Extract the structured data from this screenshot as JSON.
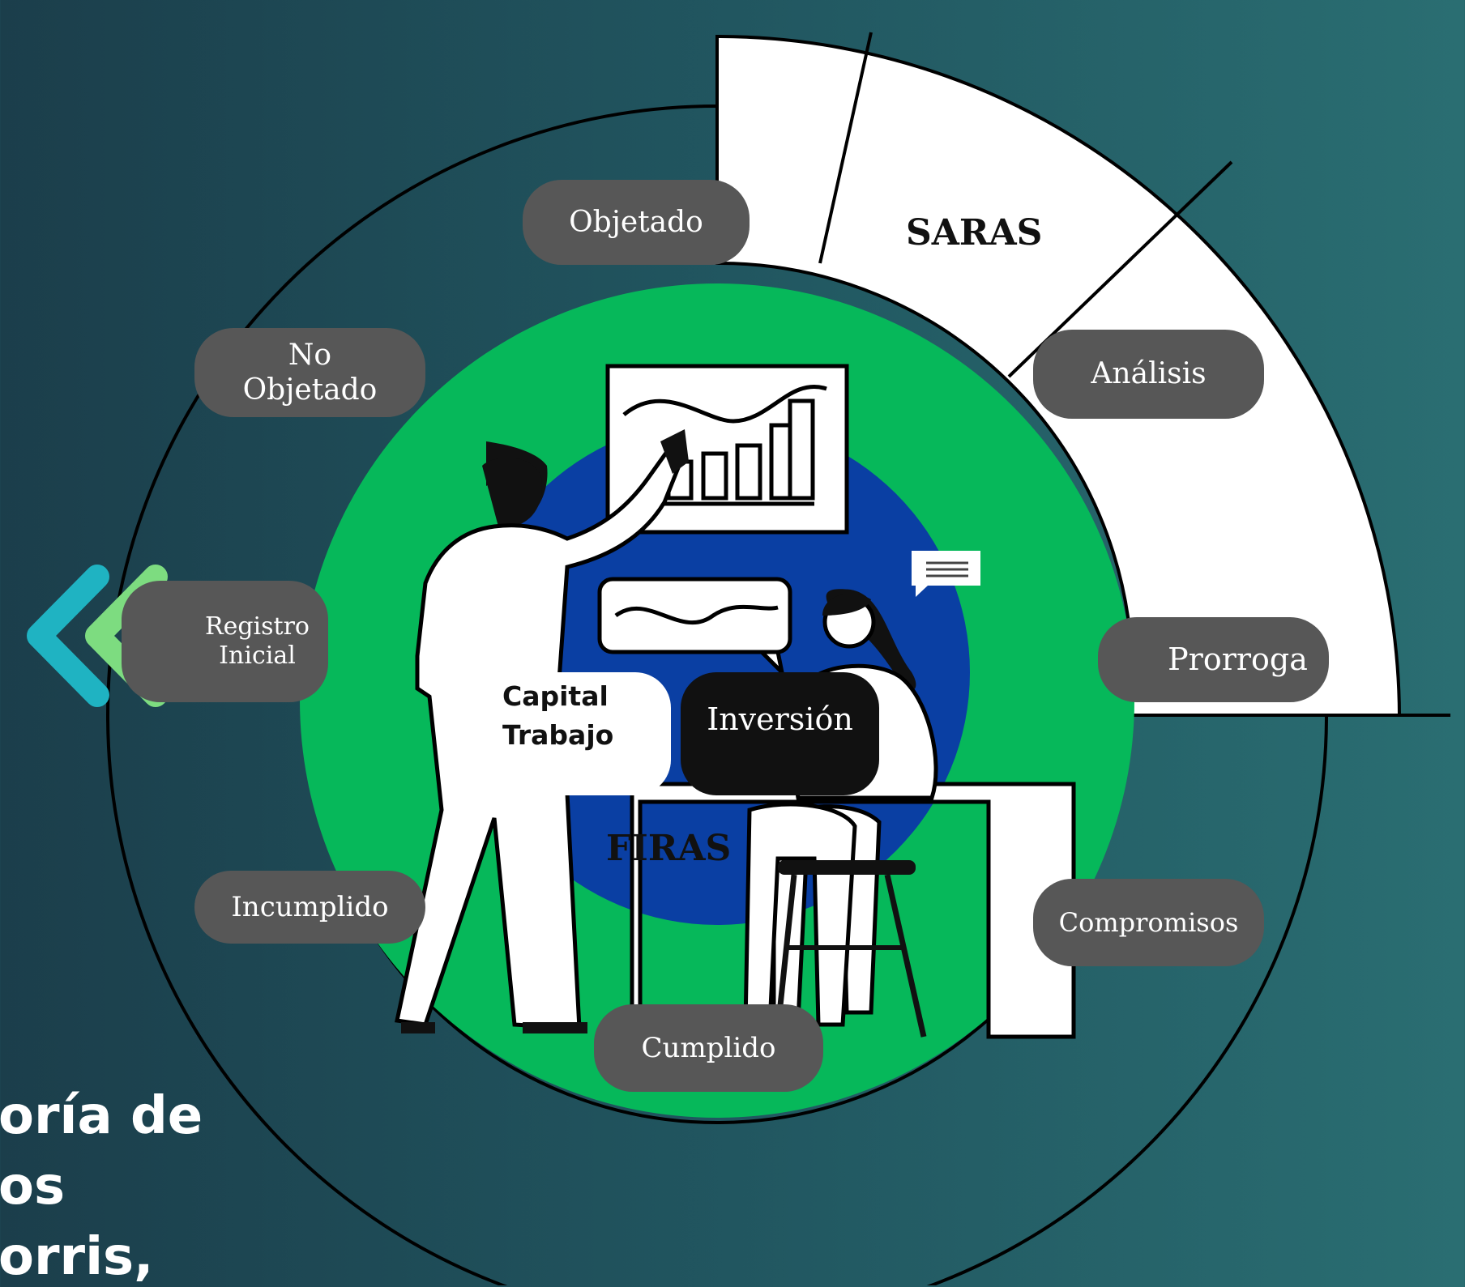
{
  "colors": {
    "background_left": "#1b3e4b",
    "background_right": "#2a6e72",
    "inner_ring": "#06b85a",
    "core": "#0a3fa3",
    "pill": "#575757",
    "chevron_back": "#1fb3c2",
    "chevron_front": "#7ddc80"
  },
  "sectors": {
    "saras": "SARAS",
    "firas": "FIRAS"
  },
  "stages": {
    "objetado": "Objetado",
    "no_objetado": [
      "No",
      "Objetado"
    ],
    "registro_inicial": [
      "Registro",
      "Inicial"
    ],
    "incumplido": "Incumplido",
    "cumplido": "Cumplido",
    "analisis": "Análisis",
    "prorroga": "Prorroga",
    "compromisos": "Compromisos"
  },
  "center": {
    "capital_trabajo": [
      "Capital",
      "Trabajo"
    ],
    "inversion": "Inversión"
  },
  "footer_text": [
    "oría de",
    "os",
    "orris,"
  ],
  "icons": [
    "double-chevron-left-icon",
    "person-pointing-illustration",
    "woman-seated-illustration",
    "chart-board-icon",
    "speech-bubble-icon"
  ]
}
